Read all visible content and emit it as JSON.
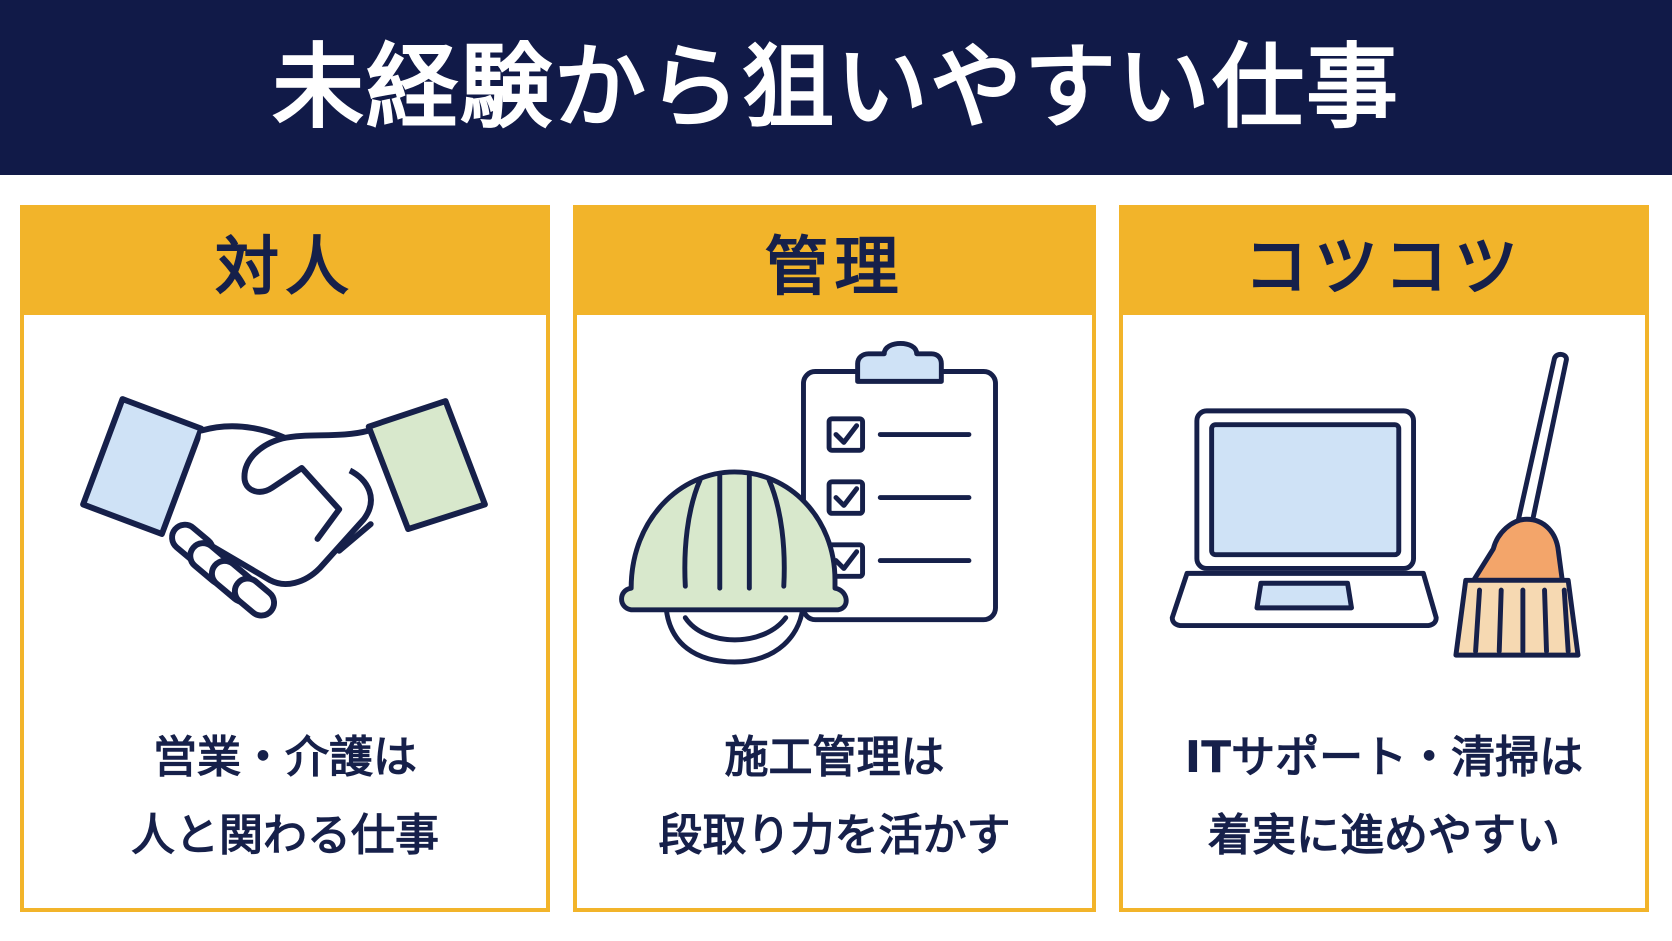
{
  "title": "未経験から狙いやすい仕事",
  "colors": {
    "header_bg": "#111a48",
    "accent": "#f2b42a",
    "text": "#16204a",
    "light_blue": "#cfe2f6",
    "light_green": "#d8e8cc",
    "broom_orange": "#f3a56a",
    "broom_bristle": "#f6d9b2"
  },
  "cards": [
    {
      "heading": "対人",
      "icon": "handshake-icon",
      "caption_line1": "営業・介護は",
      "caption_line2": "人と関わる仕事"
    },
    {
      "heading": "管理",
      "icon": "clipboard-helmet-icon",
      "caption_line1": "施工管理は",
      "caption_line2": "段取り力を活かす"
    },
    {
      "heading": "コツコツ",
      "icon": "laptop-broom-icon",
      "caption_line1": "ITサポート・清掃は",
      "caption_line2": "着実に進めやすい"
    }
  ]
}
